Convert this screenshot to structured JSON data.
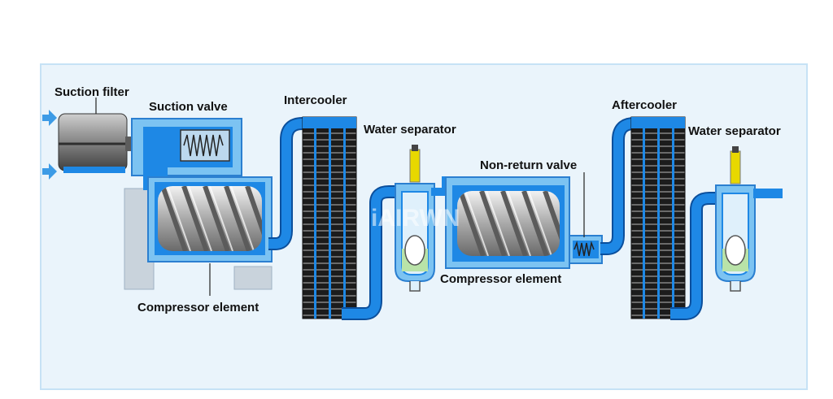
{
  "labels": {
    "suction_filter": "Suction filter",
    "suction_valve": "Suction valve",
    "intercooler": "Intercooler",
    "water_separator_1": "Water separator",
    "non_return_valve": "Non-return valve",
    "compressor_element_2": "Compressor element",
    "compressor_element_1": "Compressor element",
    "aftercooler": "Aftercooler",
    "water_separator_2": "Water separator"
  },
  "watermark": "iAIRWN",
  "colors": {
    "panel": "#eaf4fb",
    "panel_edge": "#c6e2f5",
    "pipe": "#1e88e5",
    "pipe_dark": "#0b4f9c",
    "housing": "#7cc3f2",
    "housing_edge": "#2b7fd0",
    "frame": "#c9d3dc",
    "filter": "#8d8d8d",
    "cooler_core": "#1a1a1a",
    "water": "#b9e3a8",
    "drain_valve": "#e8d800",
    "arrow": "#3c9be6"
  }
}
